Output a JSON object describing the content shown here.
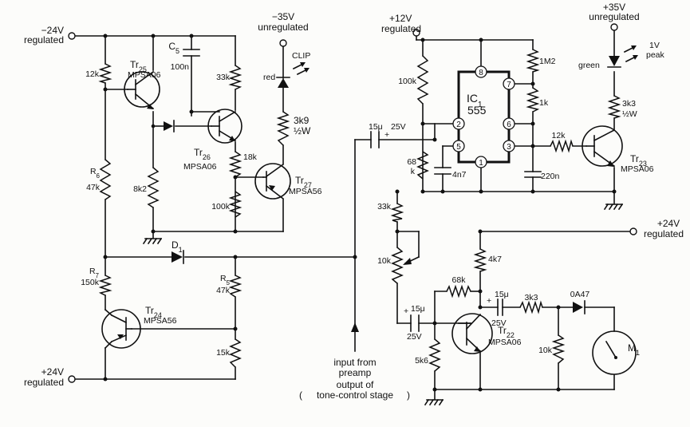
{
  "rails": {
    "neg24": [
      "−24V",
      "regulated"
    ],
    "pos24_bottom": [
      "+24V",
      "regulated"
    ],
    "neg35": [
      "−35V",
      "unregulated"
    ],
    "pos12": [
      "+12V",
      "regulated"
    ],
    "pos35": [
      "+35V",
      "unregulated"
    ],
    "pos24_right": [
      "+24V",
      "regulated"
    ]
  },
  "transistors": {
    "tr25": {
      "name": "Tr",
      "sub": "25",
      "type": "MPSA06"
    },
    "tr26": {
      "name": "Tr",
      "sub": "26",
      "type": "MPSA06"
    },
    "tr27": {
      "name": "Tr",
      "sub": "27",
      "type": "MPSA56"
    },
    "tr24": {
      "name": "Tr",
      "sub": "24",
      "type": "MPSA56"
    },
    "tr23": {
      "name": "Tr",
      "sub": "23",
      "type": "MPSA06"
    },
    "tr22": {
      "name": "Tr",
      "sub": "22",
      "type": "MPSA06"
    }
  },
  "resistors": {
    "r12k_top": "12k",
    "r6": {
      "name": "R",
      "sub": "6",
      "value": "47k"
    },
    "r8k2": "8k2",
    "r33k_top": "33k",
    "r18k": "18k",
    "r100k_left": "100k",
    "r3k9": [
      "3k9",
      "½W"
    ],
    "r7": {
      "name": "R",
      "sub": "7",
      "value": "150k"
    },
    "r5": {
      "name": "R",
      "sub": "5",
      "value": "47k"
    },
    "r15k": "15k",
    "r100k_ic": "100k",
    "r68k_ic": [
      "68",
      "k"
    ],
    "r1m2": "1M2",
    "r1k": "1k",
    "r12k_ic": "12k",
    "r3k3_led": [
      "3k3",
      "½W"
    ],
    "r33k_mid": "33k",
    "pot10k": "10k",
    "r68k_fb": "68k",
    "r4k7": "4k7",
    "r5k6": "5k6",
    "r3k3_meter": "3k3",
    "r10k_meter": "10k"
  },
  "capacitors": {
    "c5": {
      "name": "C",
      "sub": "5",
      "value": "100n"
    },
    "c4n7": "4n7",
    "c220n": "220n",
    "c15u_in": [
      "15μ",
      "25V"
    ],
    "c15u_pot": [
      "15μ",
      "25V"
    ],
    "c15u_out": [
      "15μ",
      "25V"
    ]
  },
  "diodes": {
    "d1": {
      "name": "D",
      "sub": "1"
    },
    "oa47": "0A47"
  },
  "leds": {
    "clip": {
      "color": "red",
      "label": "CLIP"
    },
    "peak": {
      "color": "green",
      "label": [
        "1V",
        "peak"
      ]
    }
  },
  "ic": {
    "name": "IC",
    "sub": "1",
    "type": "555",
    "pins": [
      "8",
      "7",
      "2",
      "6",
      "5",
      "3",
      "1"
    ]
  },
  "meter": {
    "name": "M",
    "sub": "1"
  },
  "polarity": "+",
  "input_note": [
    "input from",
    "preamp",
    "output of",
    "tone-control stage"
  ]
}
